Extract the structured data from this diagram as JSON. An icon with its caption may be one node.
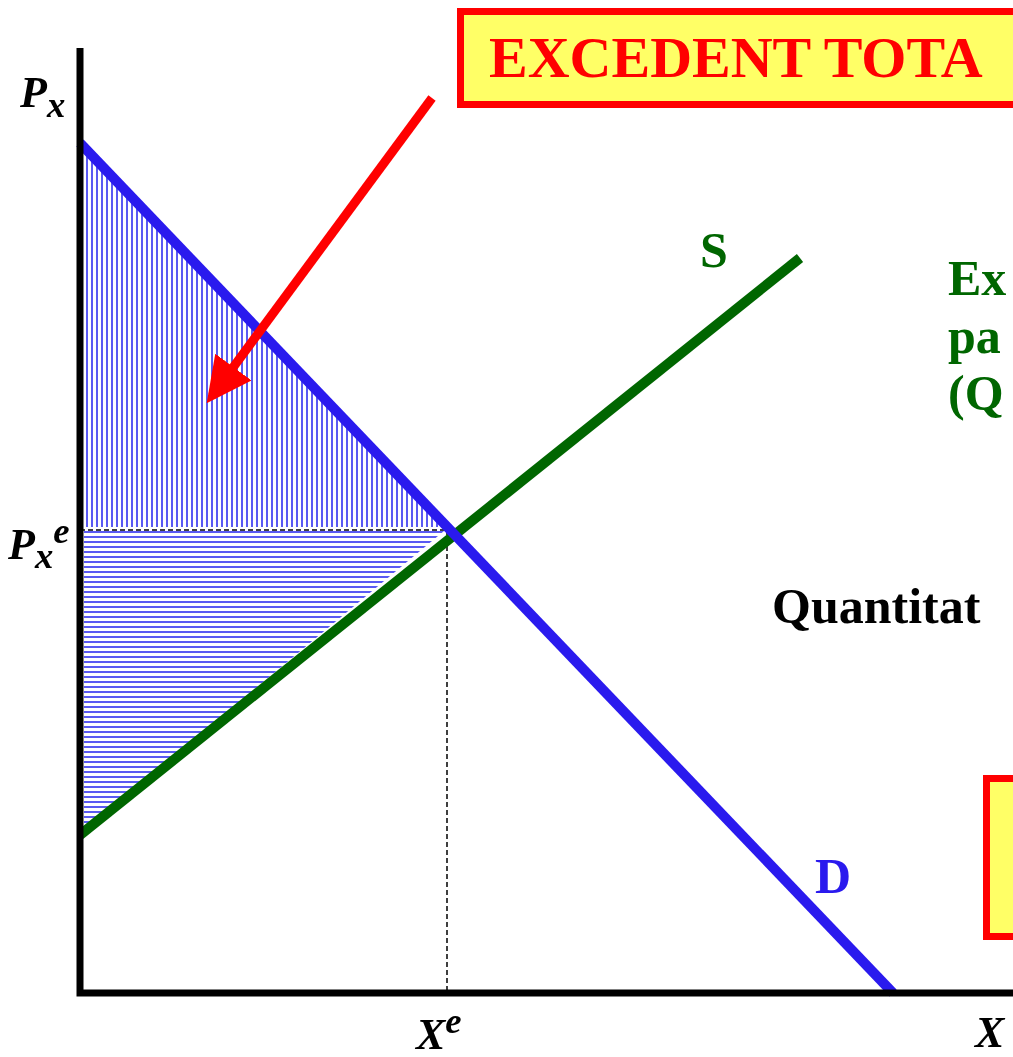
{
  "diagram": {
    "nodes": [
      {
        "text": [
          "EXCEDENT TOTA"
        ]
      },
      {
        "text": [],
        "shape": "area"
      },
      {
        "text": [],
        "shape": "box"
      }
    ],
    "edges": [
      {
        "from": 0,
        "to": 1,
        "arrow": "to"
      }
    ],
    "labels": [
      "P$_{x}$",
      "S",
      "Ex pa (Q",
      "P$_{x}$$^{e}$",
      "Quantitat",
      "D",
      "X$^{e}$",
      "X"
    ]
  }
}
